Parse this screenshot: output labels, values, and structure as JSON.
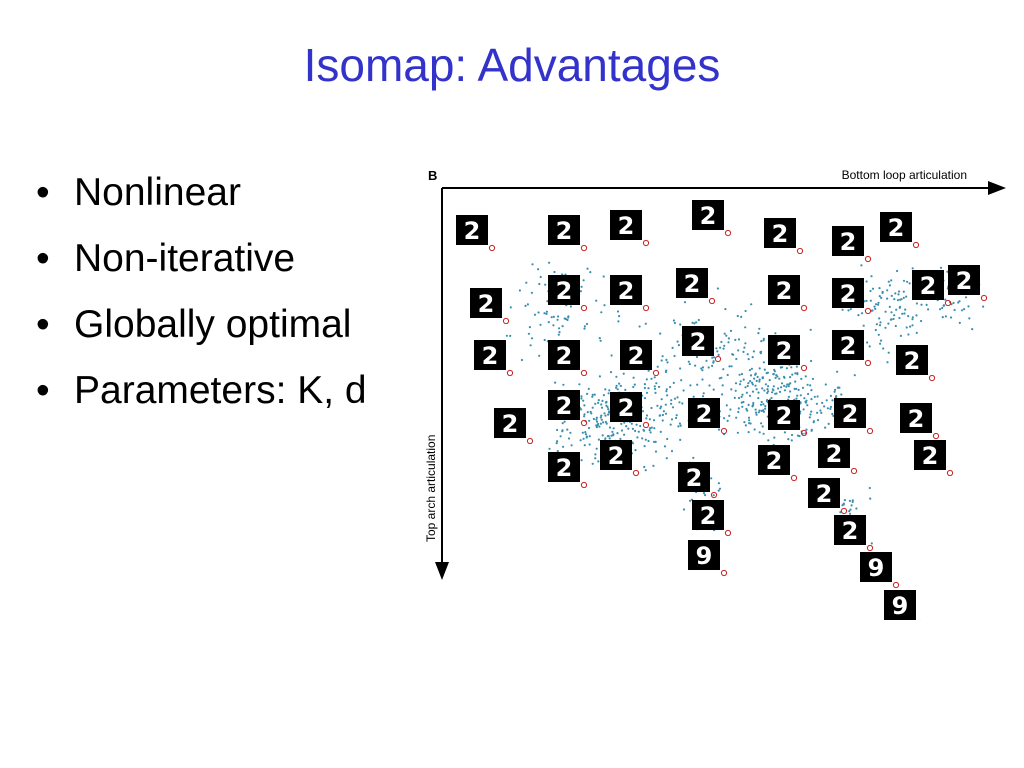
{
  "slide": {
    "title": "Isomap: Advantages",
    "bullets": [
      "Nonlinear",
      "Non-iterative",
      "Globally optimal",
      "Parameters: K, d"
    ]
  },
  "figure": {
    "panel_label": "B",
    "x_axis_label": "Bottom loop articulation",
    "y_axis_label": "Top arch articulation",
    "digit_glyph": "2",
    "final_digit_glyph": "9",
    "colors": {
      "points": "#3a8fb0",
      "marker": "#cc2222",
      "tile": "#000000",
      "digit": "#ffffff"
    }
  }
}
